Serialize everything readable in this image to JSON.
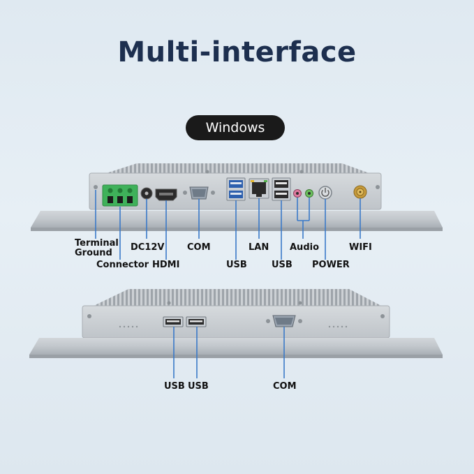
{
  "header": {
    "title": "Multi-interface",
    "os_badge": "Windows"
  },
  "panel_top": {
    "labels": {
      "terminal_ground": "Terminal\nGround",
      "connector": "Connector",
      "dc12v": "DC12V",
      "hdmi": "HDMI",
      "com": "COM",
      "usb_left": "USB",
      "lan": "LAN",
      "usb_right": "USB",
      "audio": "Audio",
      "power": "POWER",
      "wifi": "WIFI"
    }
  },
  "panel_bottom": {
    "labels": {
      "usb_1": "USB",
      "usb_2": "USB",
      "com": "COM"
    }
  },
  "colors": {
    "callout_line": "#3a79c8",
    "chassis": "#c7ccd1",
    "terminal_block": "#3fb15a",
    "title": "#1d2f4f"
  }
}
